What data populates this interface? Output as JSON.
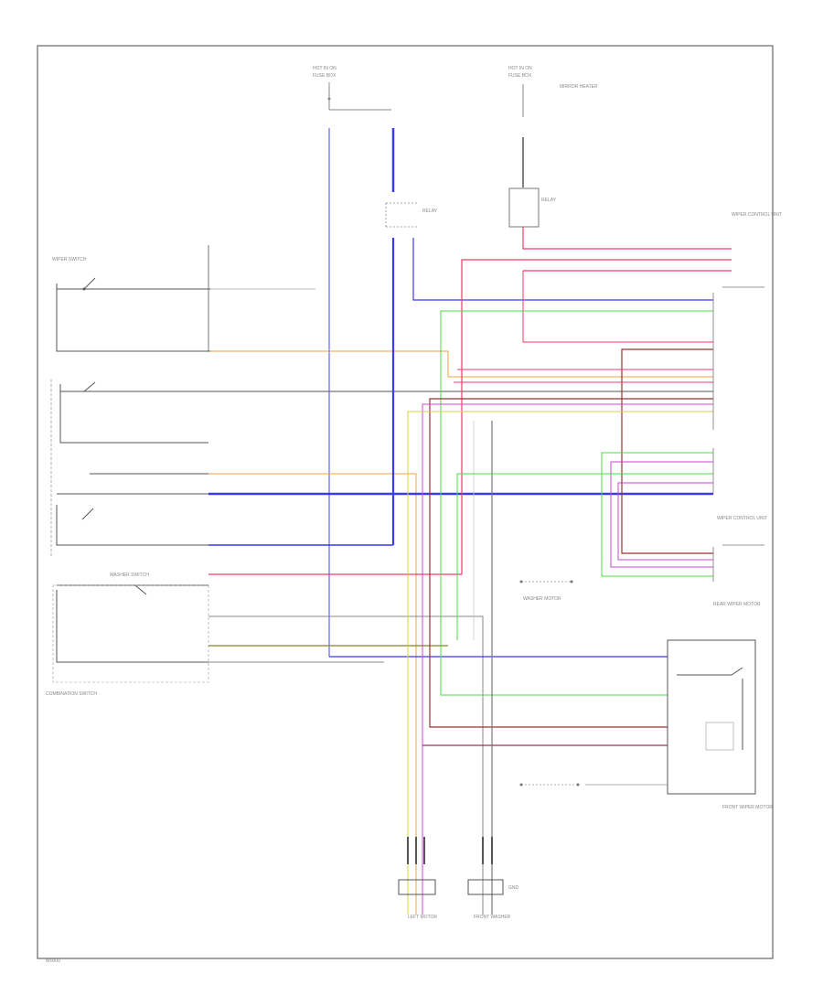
{
  "colors": {
    "border": "#666666",
    "blue": "#3a3aee",
    "pink": "#ee3a6a",
    "green": "#44dd44",
    "orange": "#f2a040",
    "brown": "#993333",
    "gray": "#888888",
    "yellow": "#d8d040",
    "purple": "#cc44cc",
    "olive": "#999944",
    "darkgray": "#555555"
  },
  "labels": {
    "hot_at_all_times_1": "HOT IN ON",
    "hot_at_all_times_2": "HOT IN ON",
    "fuse_1": "FUSE BOX",
    "fuse_2": "FUSE BOX",
    "mirror_heater": "MIRROR HEATER",
    "relay_a": "RELAY",
    "relay_b": "RELAY",
    "wiper_switch": "WIPER SWITCH",
    "combination_switch": "COMBINATION SWITCH",
    "washer_switch": "WASHER SWITCH",
    "wiper_control": "WIPER CONTROL UNIT",
    "front_wiper_motor": "FRONT WIPER MOTOR",
    "rear_wiper_motor": "REAR WIPER MOTOR",
    "washer_motor": "WASHER MOTOR",
    "left_motor": "LEFT MOTOR",
    "front_washer": "FRONT WASHER",
    "ground": "GND",
    "footer": "W0000"
  }
}
